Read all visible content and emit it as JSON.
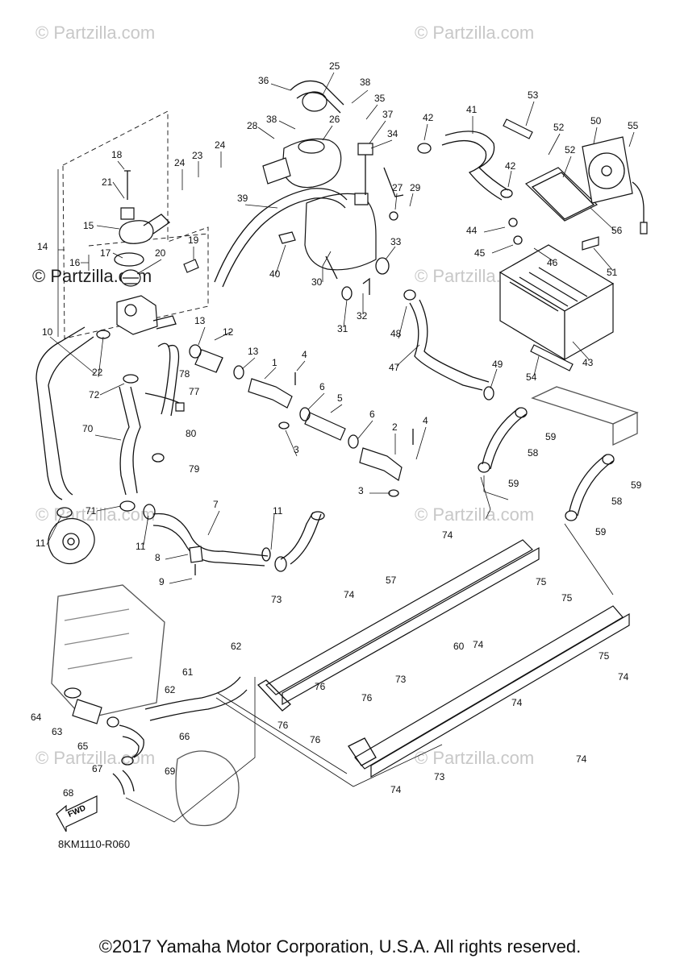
{
  "watermarks": [
    {
      "id": "wm-top-left",
      "text": "© Partzilla.com"
    },
    {
      "id": "wm-top-right",
      "text": "© Partzilla.com"
    },
    {
      "id": "wm-dark",
      "text": "© Partzilla.com"
    },
    {
      "id": "wm-mid-left",
      "text": "© Partzilla.com"
    },
    {
      "id": "wm-mid-right",
      "text": "© Partzilla.com"
    },
    {
      "id": "wm-right-center",
      "text": "© Partzilla.com"
    },
    {
      "id": "wm-bottom-left",
      "text": "© Partzilla.com"
    },
    {
      "id": "wm-bottom-right",
      "text": "© Partzilla.com"
    }
  ],
  "fwd_label": "FWD",
  "drawing_code": "8KM1110-R060",
  "copyright": "©2017 Yamaha Motor Corporation, U.S.A. All rights reserved.",
  "callouts": [
    {
      "label": "1"
    },
    {
      "label": "2"
    },
    {
      "label": "3"
    },
    {
      "label": "3"
    },
    {
      "label": "4"
    },
    {
      "label": "4"
    },
    {
      "label": "5"
    },
    {
      "label": "6"
    },
    {
      "label": "6"
    },
    {
      "label": "7"
    },
    {
      "label": "8"
    },
    {
      "label": "9"
    },
    {
      "label": "10"
    },
    {
      "label": "11"
    },
    {
      "label": "11"
    },
    {
      "label": "11"
    },
    {
      "label": "12"
    },
    {
      "label": "13"
    },
    {
      "label": "13"
    },
    {
      "label": "14"
    },
    {
      "label": "15"
    },
    {
      "label": "16"
    },
    {
      "label": "17"
    },
    {
      "label": "18"
    },
    {
      "label": "19"
    },
    {
      "label": "20"
    },
    {
      "label": "21"
    },
    {
      "label": "22"
    },
    {
      "label": "23"
    },
    {
      "label": "24"
    },
    {
      "label": "24"
    },
    {
      "label": "25"
    },
    {
      "label": "26"
    },
    {
      "label": "27"
    },
    {
      "label": "28"
    },
    {
      "label": "29"
    },
    {
      "label": "30"
    },
    {
      "label": "31"
    },
    {
      "label": "32"
    },
    {
      "label": "33"
    },
    {
      "label": "34"
    },
    {
      "label": "35"
    },
    {
      "label": "36"
    },
    {
      "label": "37"
    },
    {
      "label": "38"
    },
    {
      "label": "38"
    },
    {
      "label": "39"
    },
    {
      "label": "40"
    },
    {
      "label": "41"
    },
    {
      "label": "42"
    },
    {
      "label": "42"
    },
    {
      "label": "43"
    },
    {
      "label": "44"
    },
    {
      "label": "45"
    },
    {
      "label": "46"
    },
    {
      "label": "47"
    },
    {
      "label": "48"
    },
    {
      "label": "49"
    },
    {
      "label": "50"
    },
    {
      "label": "51"
    },
    {
      "label": "52"
    },
    {
      "label": "52"
    },
    {
      "label": "53"
    },
    {
      "label": "54"
    },
    {
      "label": "55"
    },
    {
      "label": "56"
    },
    {
      "label": "57"
    },
    {
      "label": "58"
    },
    {
      "label": "58"
    },
    {
      "label": "59"
    },
    {
      "label": "59"
    },
    {
      "label": "59"
    },
    {
      "label": "59"
    },
    {
      "label": "60"
    },
    {
      "label": "61"
    },
    {
      "label": "62"
    },
    {
      "label": "62"
    },
    {
      "label": "63"
    },
    {
      "label": "64"
    },
    {
      "label": "65"
    },
    {
      "label": "66"
    },
    {
      "label": "67"
    },
    {
      "label": "68"
    },
    {
      "label": "69"
    },
    {
      "label": "70"
    },
    {
      "label": "71"
    },
    {
      "label": "72"
    },
    {
      "label": "73"
    },
    {
      "label": "73"
    },
    {
      "label": "73"
    },
    {
      "label": "74"
    },
    {
      "label": "74"
    },
    {
      "label": "74"
    },
    {
      "label": "74"
    },
    {
      "label": "74"
    },
    {
      "label": "74"
    },
    {
      "label": "74"
    },
    {
      "label": "75"
    },
    {
      "label": "75"
    },
    {
      "label": "75"
    },
    {
      "label": "76"
    },
    {
      "label": "76"
    },
    {
      "label": "76"
    },
    {
      "label": "76"
    },
    {
      "label": "77"
    },
    {
      "label": "78"
    },
    {
      "label": "79"
    },
    {
      "label": "80"
    }
  ]
}
